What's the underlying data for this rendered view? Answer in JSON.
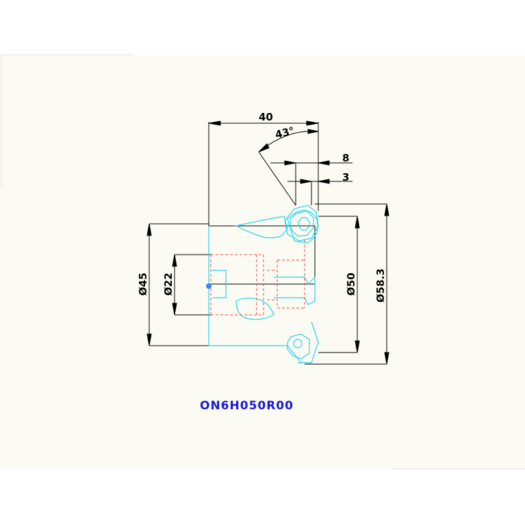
{
  "drawing": {
    "part_code": "ON6H050R00",
    "dimensions": {
      "width": "40",
      "angle": "43°",
      "offset_a": "8",
      "offset_b": "3",
      "diameter_45": "Ø45",
      "diameter_22": "Ø22",
      "diameter_50": "Ø50",
      "diameter_58": "Ø58.3"
    }
  },
  "colors": {
    "background": "#ffffff",
    "paper": "#fbfbf4",
    "dimension_line": "#000000",
    "outline": "#22d3ee",
    "hidden_line": "#ef4444",
    "part_code": "#1a1adb"
  }
}
